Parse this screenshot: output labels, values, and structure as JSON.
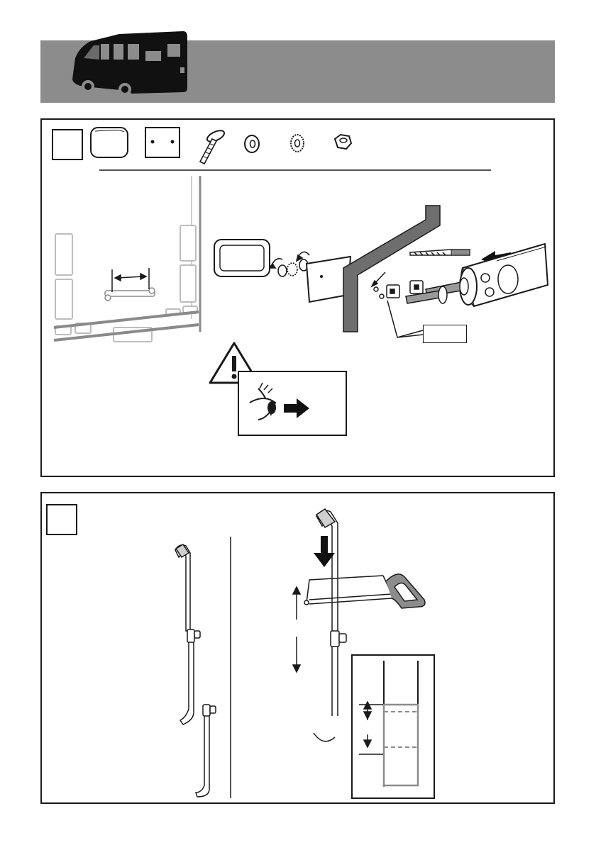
{
  "page": {
    "header_icon": "motorhome-van-icon",
    "warning_icon": "warning-triangle-icon",
    "eye_icon": "eye-look-icon"
  },
  "panel_top": {
    "step_number": "",
    "parts": [
      {
        "name": "end-cap",
        "icon": "end-cap-icon"
      },
      {
        "name": "mounting-plate",
        "icon": "mounting-plate-icon"
      },
      {
        "name": "bolt",
        "icon": "bolt-icon"
      },
      {
        "name": "washer",
        "icon": "washer-icon"
      },
      {
        "name": "lock-washer",
        "icon": "lock-washer-icon"
      },
      {
        "name": "nut",
        "icon": "nut-icon"
      }
    ],
    "callout_label": ""
  },
  "panel_bottom": {
    "step_number": "",
    "tool_icon": "hacksaw-icon"
  },
  "colors": {
    "header_gray": "#8c8c8c",
    "line": "#1a1a1a",
    "light_gray": "#bdbdbd"
  }
}
